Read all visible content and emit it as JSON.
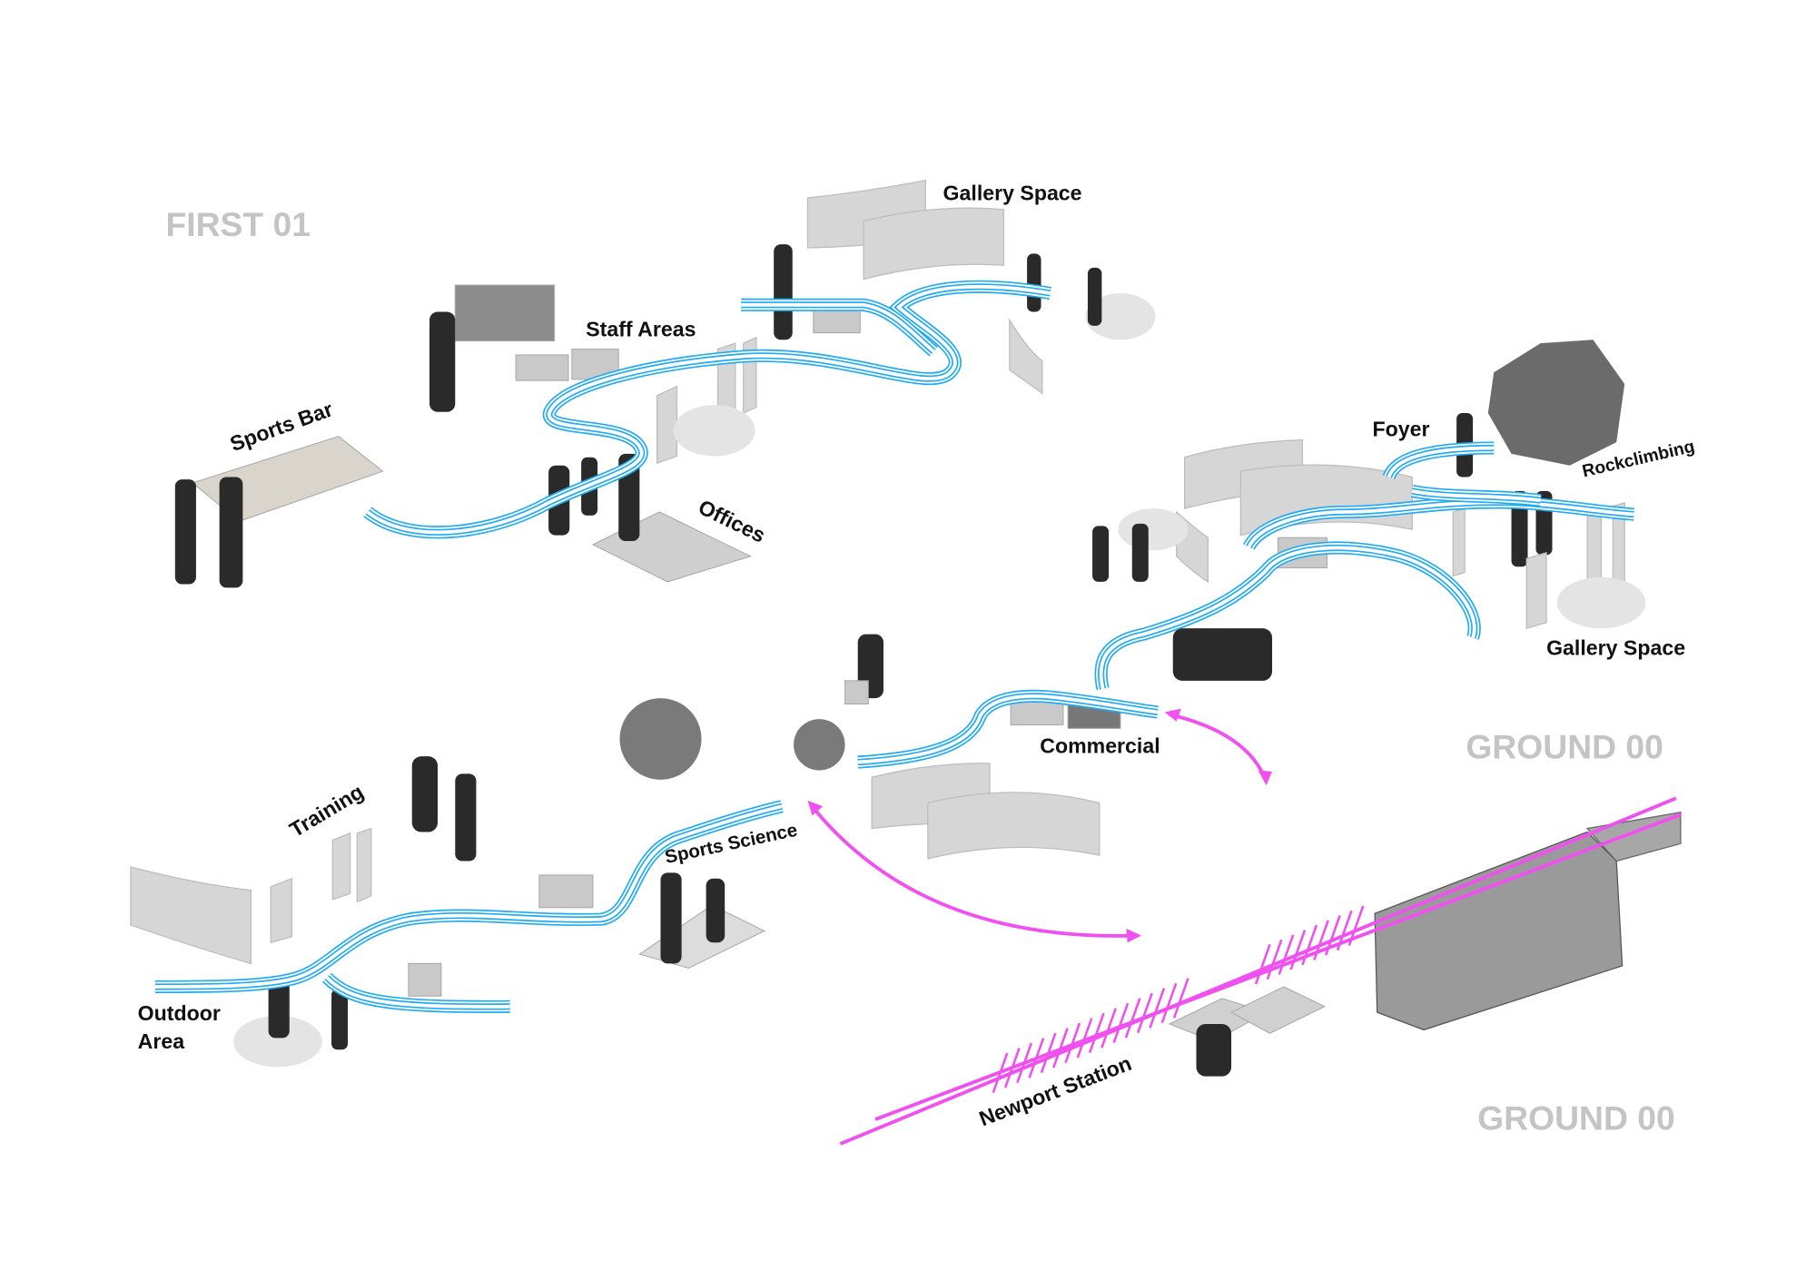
{
  "levels": {
    "first": "FIRST 01",
    "ground_upper": "GROUND 00",
    "ground_lower": "GROUND 00"
  },
  "labels": {
    "gallery_space_top": "Gallery Space",
    "staff_areas": "Staff Areas",
    "sports_bar": "Sports Bar",
    "offices": "Offices",
    "foyer": "Foyer",
    "rockclimbing": "Rockclimbing",
    "gallery_space_right": "Gallery Space",
    "commercial": "Commercial",
    "training": "Training",
    "sports_science": "Sports Science",
    "outdoor_area_line1": "Outdoor",
    "outdoor_area_line2": "Area",
    "newport_station": "Newport Station"
  },
  "colors": {
    "circulation": "#1eaaf5",
    "transit": "#f050f0",
    "level_label": "#c4c4c4"
  }
}
